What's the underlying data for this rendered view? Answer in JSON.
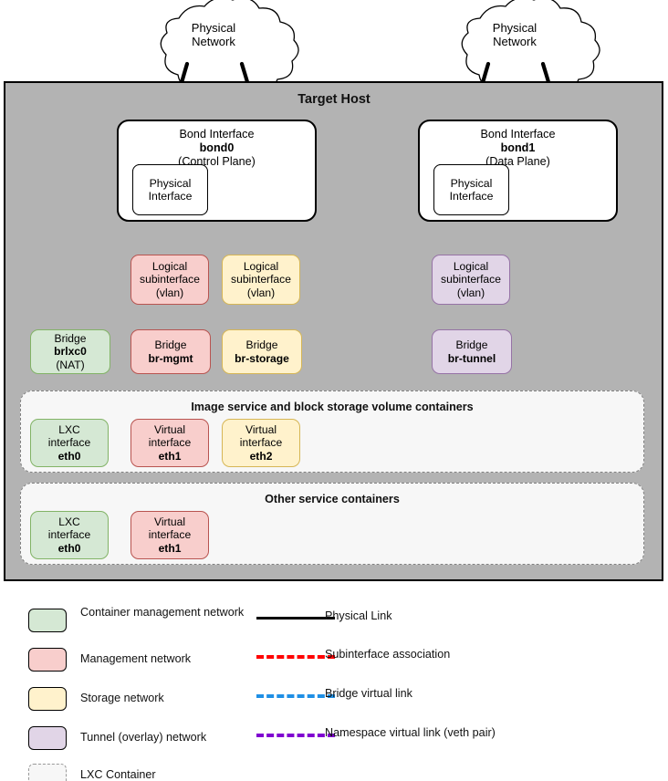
{
  "diagram": {
    "title": "Target Host",
    "clouds": [
      {
        "name": "cloud-left",
        "line1": "Physical",
        "line2": "Network"
      },
      {
        "name": "cloud-right",
        "line1": "Physical",
        "line2": "Network"
      }
    ],
    "bonds": [
      {
        "name": "bond0",
        "title": "Bond Interface",
        "id": "bond0",
        "role": "(Control Plane)",
        "members": [
          {
            "line1": "Physical",
            "line2": "Interface"
          },
          {
            "line1": "Physical",
            "line2": "Interface"
          }
        ]
      },
      {
        "name": "bond1",
        "title": "Bond Interface",
        "id": "bond1",
        "role": "(Data Plane)",
        "members": [
          {
            "line1": "Physical",
            "line2": "Interface"
          },
          {
            "line1": "Physical",
            "line2": "Interface"
          }
        ]
      }
    ],
    "subinterfaces": [
      {
        "key": "sub-mgmt",
        "line1": "Logical",
        "line2": "subinterface",
        "line3": "(vlan)",
        "color": "management"
      },
      {
        "key": "sub-storage",
        "line1": "Logical",
        "line2": "subinterface",
        "line3": "(vlan)",
        "color": "storage"
      },
      {
        "key": "sub-tunnel",
        "line1": "Logical",
        "line2": "subinterface",
        "line3": "(vlan)",
        "color": "tunnel"
      }
    ],
    "bridges": [
      {
        "key": "br-lxc",
        "label": "Bridge",
        "id": "brlxc0",
        "note": "(NAT)",
        "color": "container-management"
      },
      {
        "key": "br-mgmt",
        "label": "Bridge",
        "id": "br-mgmt",
        "note": "",
        "color": "management"
      },
      {
        "key": "br-storage",
        "label": "Bridge",
        "id": "br-storage",
        "note": "",
        "color": "storage"
      },
      {
        "key": "br-tunnel",
        "label": "Bridge",
        "id": "br-tunnel",
        "note": "",
        "color": "tunnel"
      }
    ],
    "containers": [
      {
        "key": "image-block",
        "title": "Image service and block storage volume containers",
        "interfaces": [
          {
            "line1": "LXC",
            "line2": "interface",
            "dev": "eth0",
            "color": "container-management"
          },
          {
            "line1": "Virtual",
            "line2": "interface",
            "dev": "eth1",
            "color": "management"
          },
          {
            "line1": "Virtual",
            "line2": "interface",
            "dev": "eth2",
            "color": "storage"
          }
        ]
      },
      {
        "key": "other-services",
        "title": "Other service containers",
        "interfaces": [
          {
            "line1": "LXC",
            "line2": "interface",
            "dev": "eth0",
            "color": "container-management"
          },
          {
            "line1": "Virtual",
            "line2": "interface",
            "dev": "eth1",
            "color": "management"
          }
        ]
      }
    ]
  },
  "legend": {
    "swatches": [
      {
        "key": "container-management",
        "label": "Container management network",
        "fill": "#d5e8d4",
        "stroke": "#82b366"
      },
      {
        "key": "management",
        "label": "Management network",
        "fill": "#f8cecc",
        "stroke": "#b85450"
      },
      {
        "key": "storage",
        "label": "Storage network",
        "fill": "#fff2cc",
        "stroke": "#d6b656"
      },
      {
        "key": "tunnel",
        "label": "Tunnel (overlay) network",
        "fill": "#e1d5e7",
        "stroke": "#9673a6"
      },
      {
        "key": "lxc-container",
        "label": "LXC Container",
        "fill": "#f7f7f7",
        "stroke": "#9a9a9a"
      }
    ],
    "lines": [
      {
        "key": "physical-link",
        "label": "Physical Link",
        "color": "#000000",
        "style": "solid"
      },
      {
        "key": "subif-assoc",
        "label": "Subinterface association",
        "color": "#ff0000",
        "style": "dashed"
      },
      {
        "key": "bridge-vlink",
        "label": "Bridge virtual link",
        "color": "#1f8fe5",
        "style": "dashed"
      },
      {
        "key": "veth-vlink",
        "label": "Namespace virtual link (veth pair)",
        "color": "#8000d0",
        "style": "dashed"
      }
    ]
  },
  "colors": {
    "host_fill": "#b3b3b3",
    "panel_fill": "#f7f7f7",
    "physical": "#000000",
    "subinterface": "#ff0000",
    "bridge": "#1f8fe5",
    "veth": "#8000d0"
  }
}
